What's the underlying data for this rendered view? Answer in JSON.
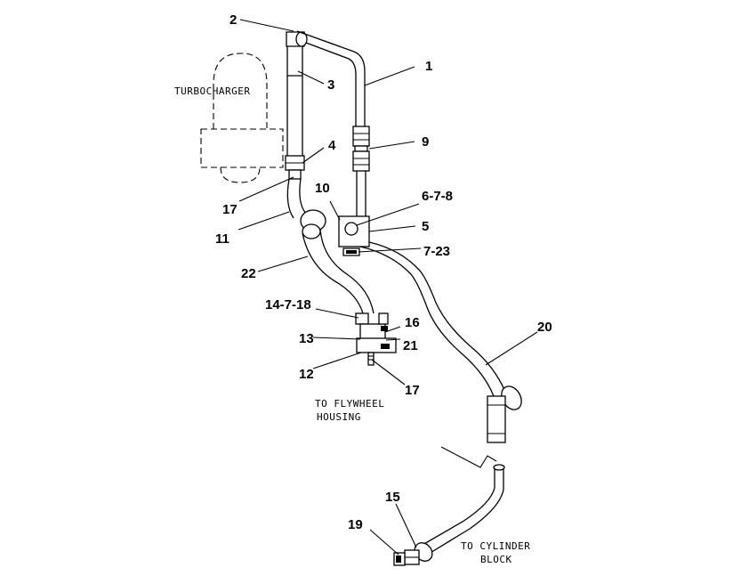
{
  "labels": {
    "turbocharger": "TURBOCHARGER",
    "flywheel_line1": "TO FLYWHEEL",
    "flywheel_line2": "HOUSING",
    "cylinder_line1": "TO CYLINDER",
    "cylinder_line2": "BLOCK"
  },
  "callouts": [
    {
      "id": "c1",
      "text": "1"
    },
    {
      "id": "c2",
      "text": "2"
    },
    {
      "id": "c3",
      "text": "3"
    },
    {
      "id": "c4",
      "text": "4"
    },
    {
      "id": "c5",
      "text": "5"
    },
    {
      "id": "c678",
      "text": "6-7-8"
    },
    {
      "id": "c723",
      "text": "7-23"
    },
    {
      "id": "c9",
      "text": "9"
    },
    {
      "id": "c10",
      "text": "10"
    },
    {
      "id": "c11",
      "text": "11"
    },
    {
      "id": "c12",
      "text": "12"
    },
    {
      "id": "c13",
      "text": "13"
    },
    {
      "id": "c14718",
      "text": "14-7-18"
    },
    {
      "id": "c15",
      "text": "15"
    },
    {
      "id": "c16",
      "text": "16"
    },
    {
      "id": "c17a",
      "text": "17"
    },
    {
      "id": "c17b",
      "text": "17"
    },
    {
      "id": "c19",
      "text": "19"
    },
    {
      "id": "c20",
      "text": "20"
    },
    {
      "id": "c21",
      "text": "21"
    },
    {
      "id": "c22",
      "text": "22"
    }
  ]
}
